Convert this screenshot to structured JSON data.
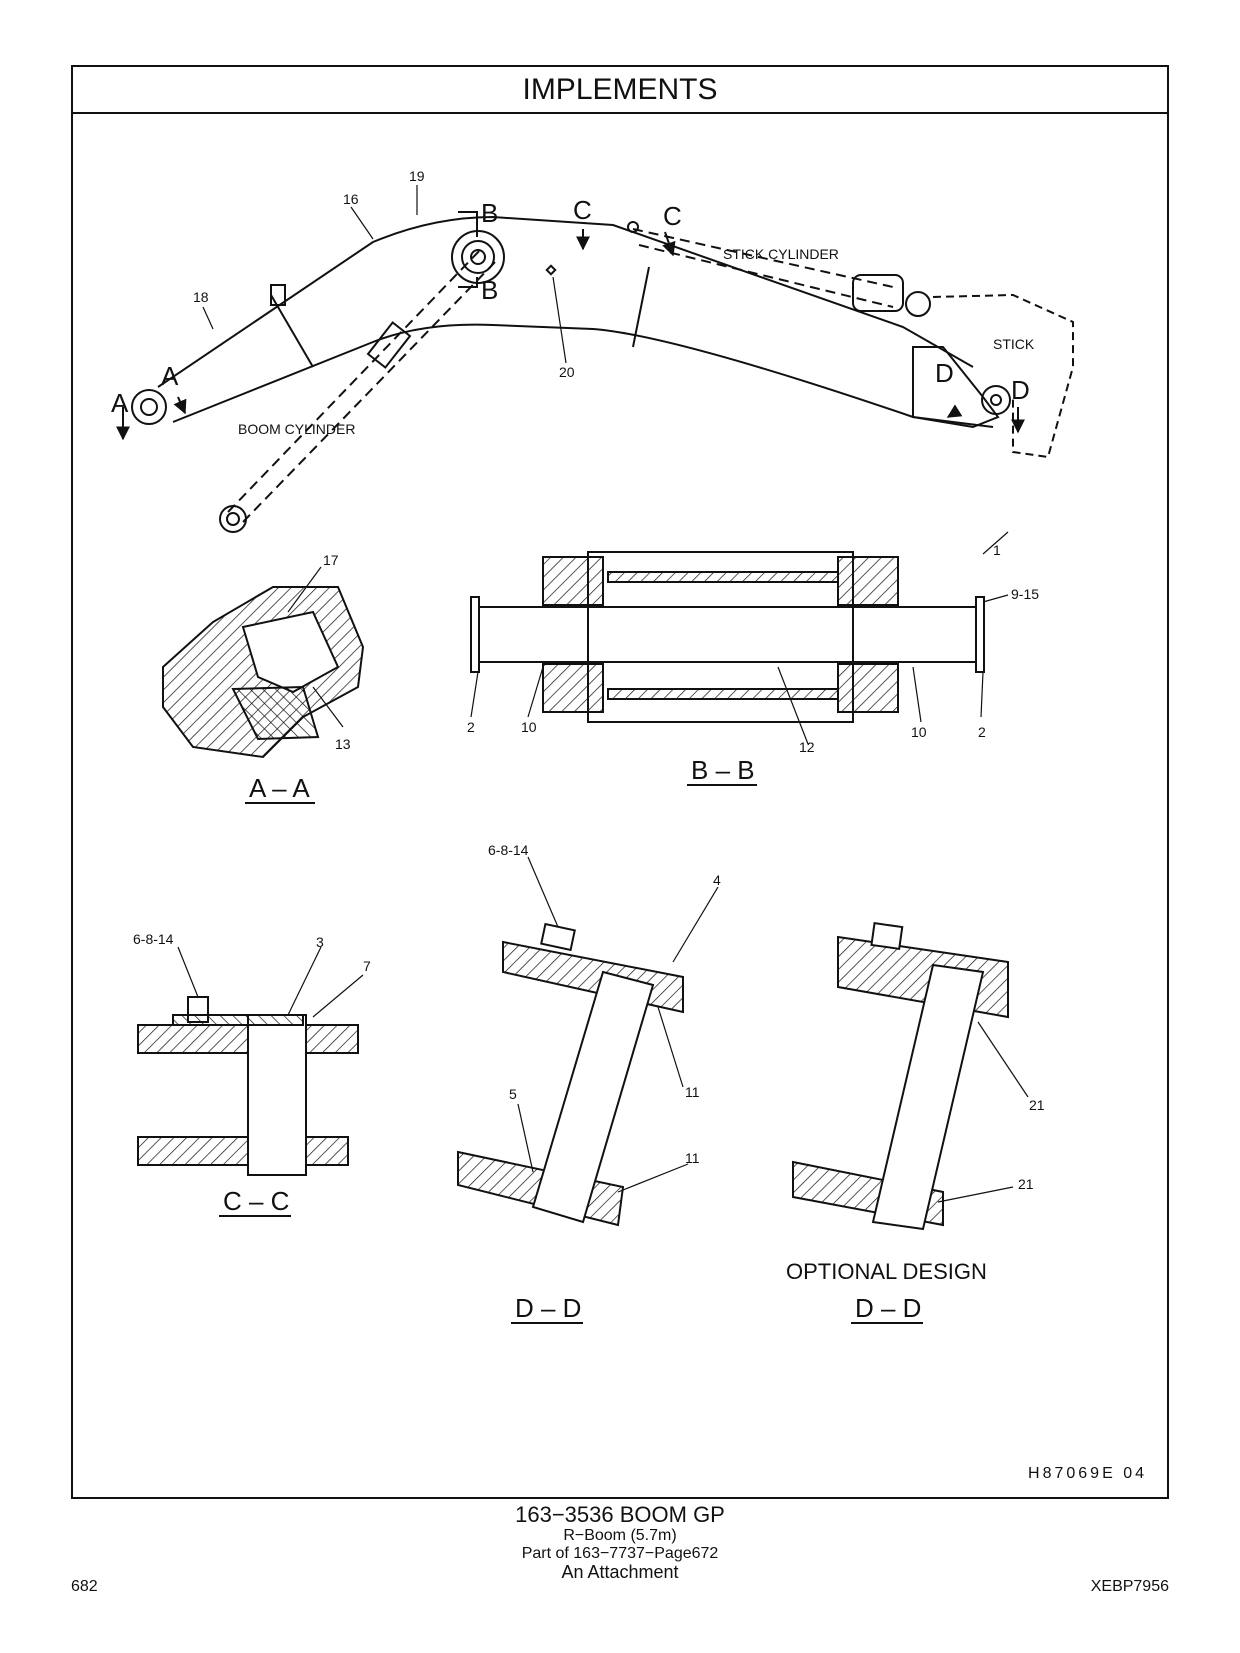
{
  "header": {
    "title": "IMPLEMENTS"
  },
  "labels": {
    "section_a": "A",
    "section_b": "B",
    "section_c": "C",
    "section_d": "D",
    "boom_cylinder": "BOOM  CYLINDER",
    "stick_cylinder": "STICK  CYLINDER",
    "stick": "STICK",
    "optional_design": "OPTIONAL  DESIGN"
  },
  "callouts": {
    "c1": "1",
    "c2": "2",
    "c3": "3",
    "c4": "4",
    "c5": "5",
    "c7": "7",
    "c9_15": "9-15",
    "c10": "10",
    "c11": "11",
    "c12": "12",
    "c13": "13",
    "c16": "16",
    "c17": "17",
    "c18": "18",
    "c19": "19",
    "c20": "20",
    "c21": "21",
    "c6_8_14": "6-8-14"
  },
  "views": {
    "aa": "A – A",
    "bb": "B – B",
    "cc": "C – C",
    "dd": "D – D",
    "dd_optional": "D – D"
  },
  "drawing_code": "H87069E    04",
  "caption": {
    "line1": "163−3536   BOOM  GP",
    "line2": "R−Boom (5.7m)",
    "line3": "Part of 163−7737−Page672",
    "line4": "An Attachment"
  },
  "footer": {
    "page_number": "682",
    "document_id": "XEBP7956"
  }
}
